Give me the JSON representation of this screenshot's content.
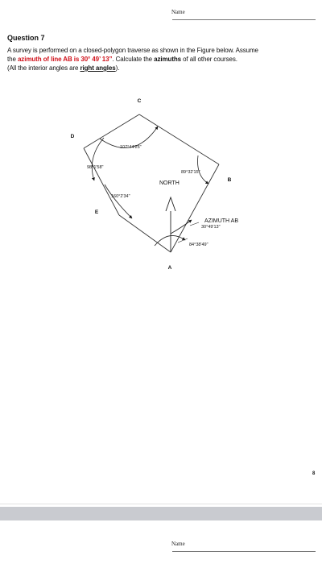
{
  "header": {
    "name_label": "Name"
  },
  "footer": {
    "name_label": "Name"
  },
  "question": {
    "title": "Question 7",
    "line1_a": "A survey is performed on a closed-polygon traverse as shown in the Figure below. Assume",
    "line2_a": "the ",
    "line2_red": "azimuth of line AB is 30° 49’ 13”",
    "line2_b": ". Calculate the ",
    "line2_bold": "azimuths",
    "line2_c": " of all other courses.",
    "line3_a": "(All the interior angles are ",
    "line3_ul": "right angles",
    "line3_b": ")."
  },
  "figure": {
    "points": {
      "A": "A",
      "B": "B",
      "C": "C",
      "D": "D",
      "E": "E"
    },
    "angles": {
      "C": "107°44'25\"",
      "D": "98°1'58\"",
      "E": "160°2'34\"",
      "B": "89°32'15\"",
      "A": "84°38'49\""
    },
    "north_label": "NORTH",
    "azimuth_label": "AZIMUTH AB",
    "azimuth_value": "30°49'13\""
  },
  "page_number": "8"
}
